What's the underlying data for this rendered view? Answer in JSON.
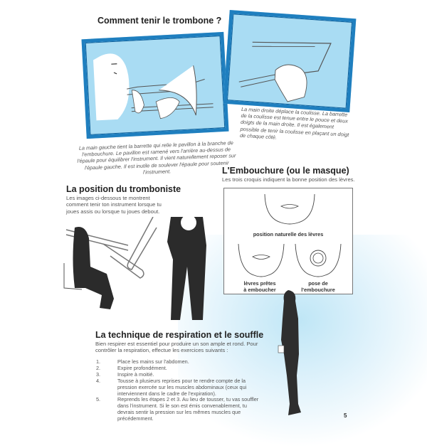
{
  "page": {
    "page_number": "5",
    "accent_color": "#1f7fbf",
    "photo_bg_color": "#a9dcf3"
  },
  "section_holding": {
    "title": "Comment tenir le trombone ?",
    "left_caption": "La main gauche tient la barrette qui relie le pavillon à la branche de l'embouchure. Le pavillon est ramené vers l'arrière au-dessus de l'épaule pour équilibrer l'instrument. Il vient naturellement reposer sur l'épaule gauche. Il est inutile de soulever l'épaule pour soutenir l'instrument.",
    "right_caption": "La main droite déplace la coulisse. La barrette de la coulisse est tenue entre le pouce et deux doigts de la main droite. Il est également possible de tenir la coulisse en plaçant un doigt de chaque côté.",
    "left_image": "trombonist-holding-instrument-illustration",
    "right_image": "hand-holding-slide-illustration"
  },
  "section_position": {
    "title": "La position du tromboniste",
    "text": "Les images ci-dessous te montrent comment tenir ton instrument lorsque tu joues assis ou lorsque tu joues debout.",
    "images": [
      "seated-trombonist-illustration",
      "standing-trombonist-illustration"
    ]
  },
  "section_embouchure": {
    "title": "L'Embouchure (ou le masque)",
    "text": "Les trois croquis indiquent la bonne position des lèvres.",
    "faces": [
      {
        "label": "position naturelle des lèvres"
      },
      {
        "label": "lèvres prêtes à embouchure"
      },
      {
        "label": "pose de l'embouchure"
      }
    ],
    "face_labels": {
      "top": "position naturelle des lèvres",
      "left_line1": "lèvres prêtes",
      "left_line2": "à emboucher",
      "right_line1": "pose de",
      "right_line2": "l'embouchure"
    }
  },
  "section_breathing": {
    "title": "La technique de respiration et le souffle",
    "intro": "Bien respirer est essentiel pour produire un son ample et rond. Pour contrôler la respiration, effectue les exercices suivants :",
    "steps": [
      {
        "num": "1.",
        "text": "Place les mains sur l'abdomen."
      },
      {
        "num": "2.",
        "text": "Expire profondément."
      },
      {
        "num": "3.",
        "text": "Inspire à moitié."
      },
      {
        "num": "4.",
        "text": "Tousse à plusieurs reprises pour te rendre compte de la pression exercée sur les muscles abdominaux (ceux qui interviennent dans le cadre de l'expiration)."
      },
      {
        "num": "5.",
        "text": "Reprends les étapes 2 et 3. Au lieu de tousser, tu vas souffler dans l'instrument. Si le son est émis convenablement, tu devrais sentir la pression sur les mêmes muscles que précédemment."
      }
    ],
    "image": "standing-person-side-view-illustration"
  }
}
